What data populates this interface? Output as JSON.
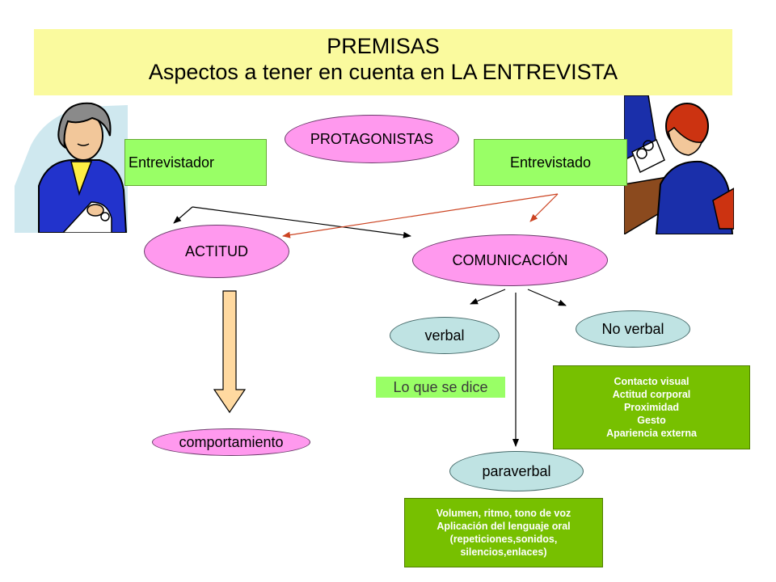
{
  "title": {
    "line1": "PREMISAS",
    "line2": "Aspectos a tener en cuenta en LA ENTREVISTA"
  },
  "nodes": {
    "protagonistas": "PROTAGONISTAS",
    "entrevistador": "Entrevistador",
    "entrevistado": "Entrevistado",
    "actitud": "ACTITUD",
    "comunicacion": "COMUNICACIÓN",
    "verbal": "verbal",
    "no_verbal": "No verbal",
    "lo_que_se_dice": "Lo que se dice",
    "comportamiento": "comportamiento",
    "paraverbal": "paraverbal"
  },
  "no_verbal_details": [
    "Contacto visual",
    "Actitud corporal",
    "Proximidad",
    "Gesto",
    "Apariencia externa"
  ],
  "paraverbal_details": [
    "Volumen, ritmo, tono de voz",
    "Aplicación del lenguaje oral",
    "(repeticiones,sonidos,",
    "silencios,enlaces)"
  ],
  "colors": {
    "title_bg": "#fafa9e",
    "green_box": "#99ff66",
    "pink_oval": "#ff99ee",
    "blue_oval": "#bfe3e3",
    "detail_green": "#77c000",
    "big_arrow": "#ffd9a0",
    "red_arrow": "#cc4422"
  }
}
